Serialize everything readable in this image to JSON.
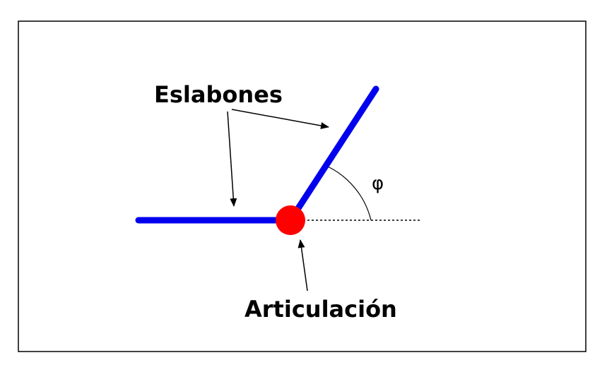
{
  "labels": {
    "links": "Eslabones",
    "joint": "Articulación",
    "angle": "φ"
  },
  "colors": {
    "link": "#0000ee",
    "joint": "#ff0000",
    "line": "#000000",
    "background": "#ffffff"
  }
}
